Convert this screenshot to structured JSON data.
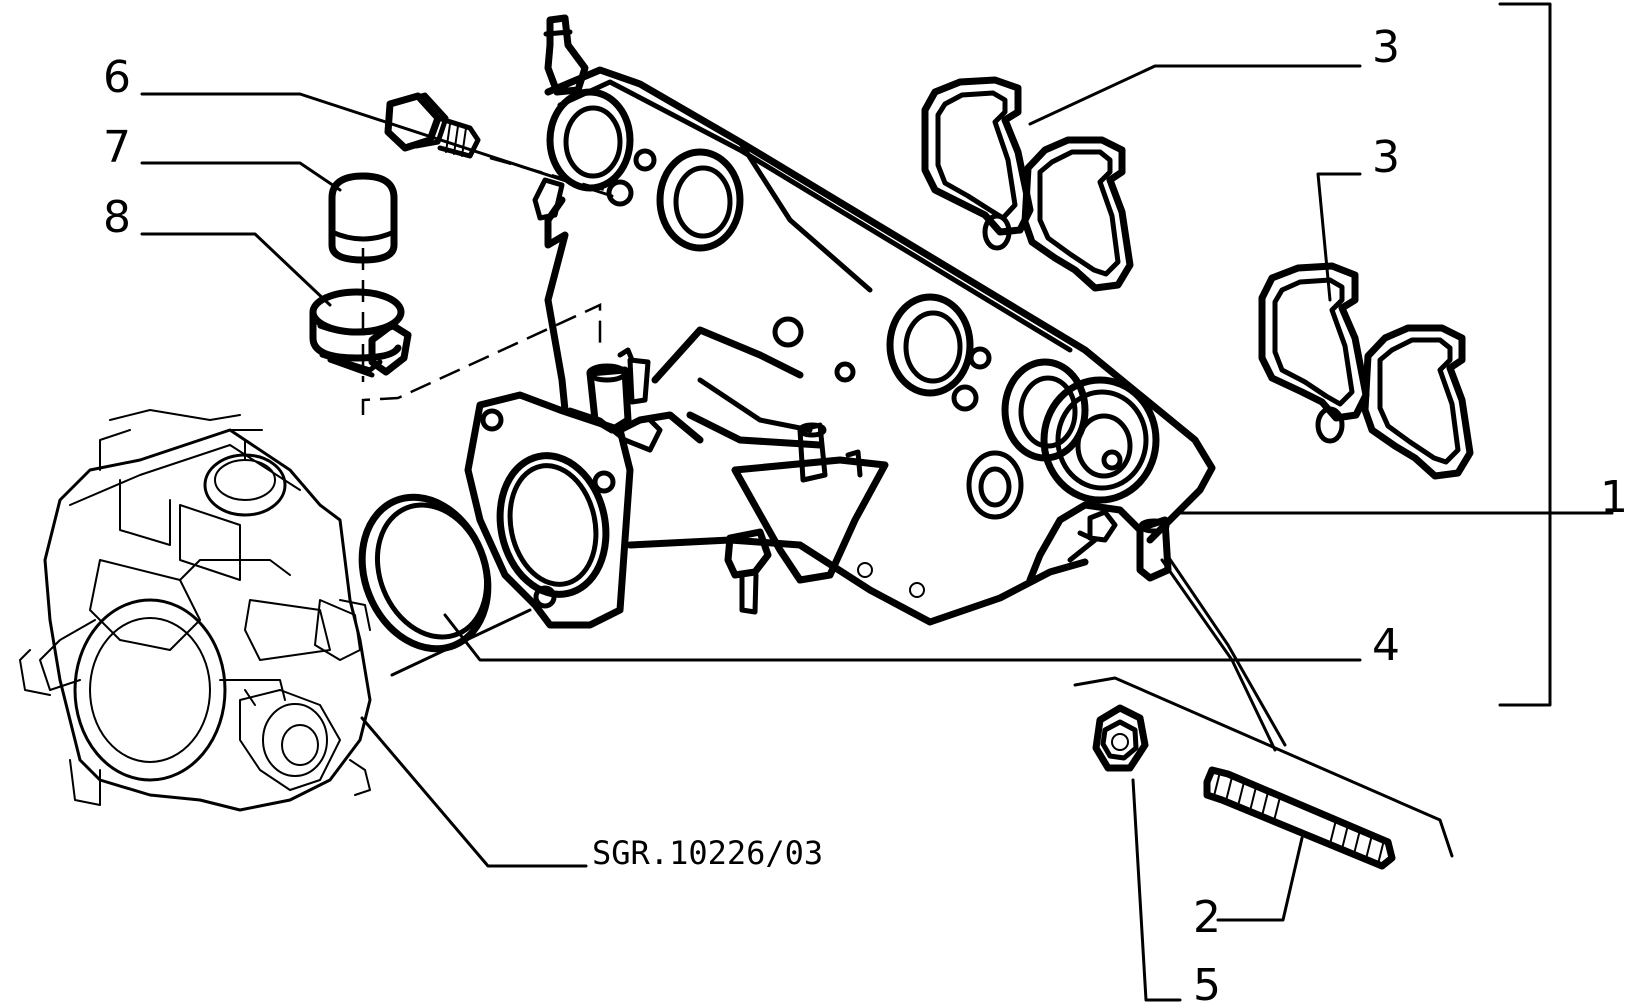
{
  "callouts": {
    "c1": "1",
    "c2": "2",
    "c3a": "3",
    "c3b": "3",
    "c4": "4",
    "c5": "5",
    "c6": "6",
    "c7": "7",
    "c8": "8"
  },
  "reference": "SGR.10226/03"
}
